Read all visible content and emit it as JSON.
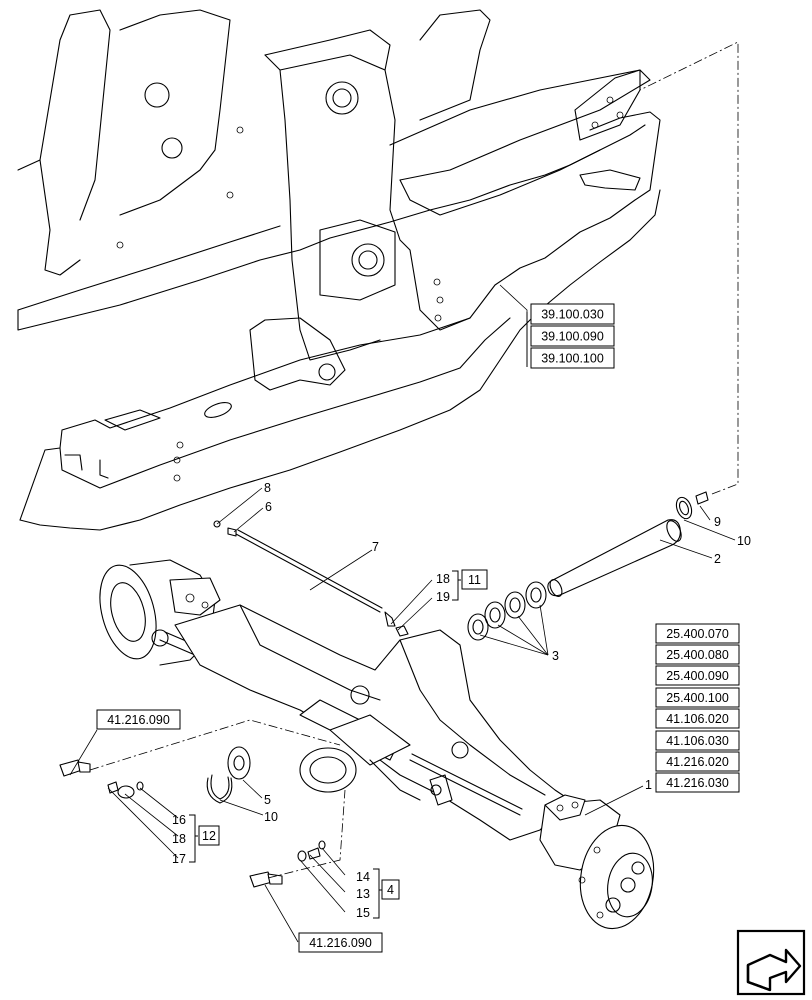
{
  "ref_groups": {
    "frame": [
      "39.100.030",
      "39.100.090",
      "39.100.100"
    ],
    "axle": [
      "25.400.070",
      "25.400.080",
      "25.400.090",
      "25.400.100",
      "41.106.020",
      "41.106.030",
      "41.216.020",
      "41.216.030"
    ],
    "fitting_top": "41.216.090",
    "fitting_bottom": "41.216.090"
  },
  "kits": {
    "kit_11": "11",
    "kit_12": "12",
    "kit_4": "4"
  },
  "callouts": {
    "c8": "8",
    "c6": "6",
    "c7": "7",
    "c9": "9",
    "c10a": "10",
    "c2": "2",
    "c18a": "18",
    "c19": "19",
    "c3": "3",
    "c1": "1",
    "c5": "5",
    "c10b": "10",
    "c16": "16",
    "c18b": "18",
    "c17": "17",
    "c14": "14",
    "c13": "13",
    "c15": "15"
  },
  "icons": {
    "nav": "next-page-arrow-icon"
  }
}
